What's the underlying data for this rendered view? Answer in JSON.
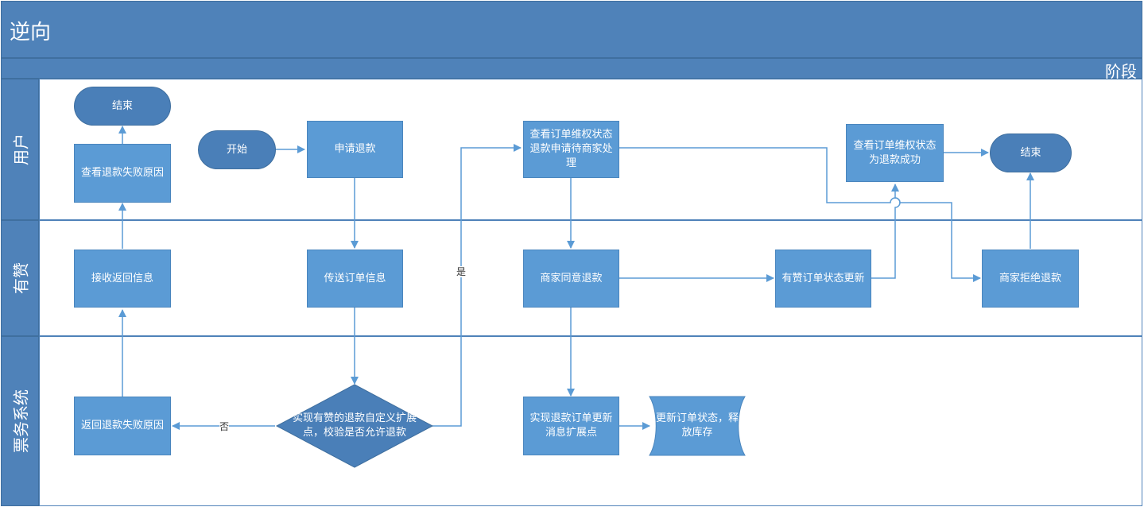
{
  "title": "逆向",
  "phase_label": "阶段",
  "lanes": [
    "用户",
    "有赞",
    "票务系统"
  ],
  "nodes": {
    "end_left": "结束",
    "view_fail_reason": "查看退款失败原因",
    "start": "开始",
    "apply_refund": "申请退款",
    "view_pending": "查看订单维权状态退款申请待商家处理",
    "view_success": "查看订单维权状态为退款成功",
    "end_right": "结束",
    "receive_info": "接收返回信息",
    "send_order": "传送订单信息",
    "merchant_agree": "商家同意退款",
    "youzan_status_update": "有赞订单状态更新",
    "merchant_reject": "商家拒绝退款",
    "return_fail_reason": "返回退款失败原因",
    "decision": "实现有赞的退款自定义扩展点，校验是否允许退款",
    "impl_update_msg": "实现退款订单更新消息扩展点",
    "update_release": "更新订单状态，释放库存"
  },
  "edge_labels": {
    "yes": "是",
    "no": "否"
  },
  "colors": {
    "header": "#4f82b9",
    "box": "#5b9bd5",
    "terminator": "#4a7fb8",
    "line": "#5b9bd5"
  }
}
